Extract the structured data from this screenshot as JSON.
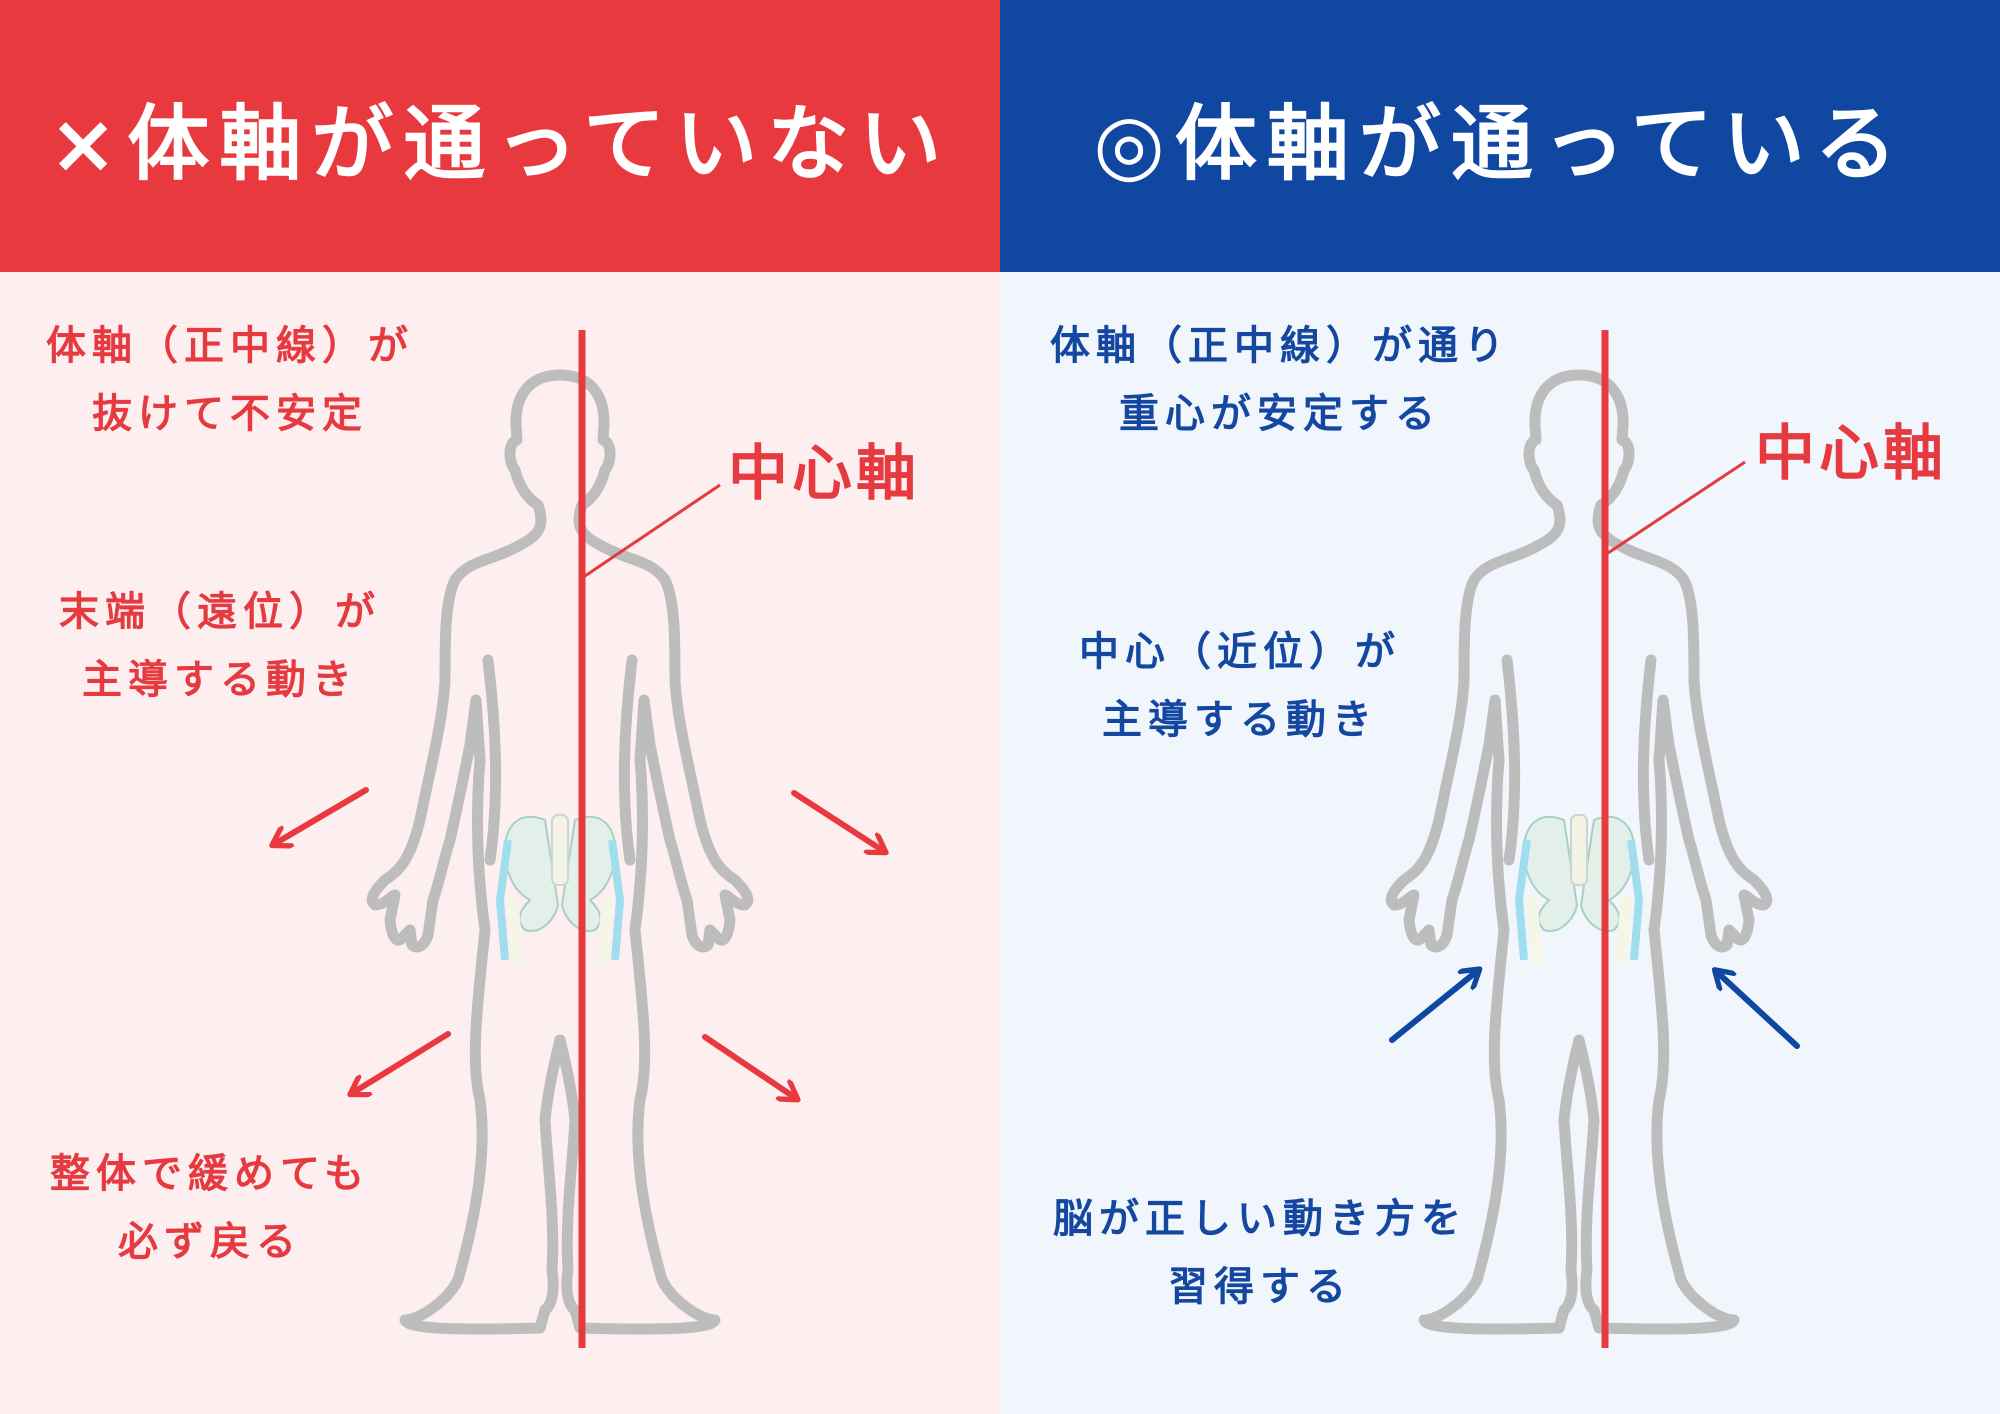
{
  "colors": {
    "bad_accent": "#E8393E",
    "good_accent": "#0F47A1",
    "bad_background": "#FDEEF0",
    "good_background": "#F1F6FD",
    "axis_line": "#E53A3F",
    "body_outline": "#BDBDBD"
  },
  "left_panel": {
    "header_title": "×体軸が通っていない",
    "axis_label": "中心軸",
    "captions": [
      {
        "line1": "体軸（正中線）が",
        "line2": "抜けて不安定"
      },
      {
        "line1": "末端（遠位）が",
        "line2": "主導する動き"
      },
      {
        "line1": "整体で緩めても",
        "line2": "必ず戻る"
      }
    ],
    "arrow_direction": "outward",
    "arrow_count": 4
  },
  "right_panel": {
    "header_title": "◎体軸が通っている",
    "axis_label": "中心軸",
    "captions": [
      {
        "line1": "体軸（正中線）が通り",
        "line2": "重心が安定する"
      },
      {
        "line1": "中心（近位）が",
        "line2": "主導する動き"
      },
      {
        "line1": "脳が正しい動き方を",
        "line2": "習得する"
      }
    ],
    "arrow_direction": "inward",
    "arrow_count": 2
  },
  "icons": {
    "body_figure": "human-silhouette-outline",
    "pelvis": "pelvis-skeleton-illustration",
    "arrow": "straight-arrow"
  }
}
